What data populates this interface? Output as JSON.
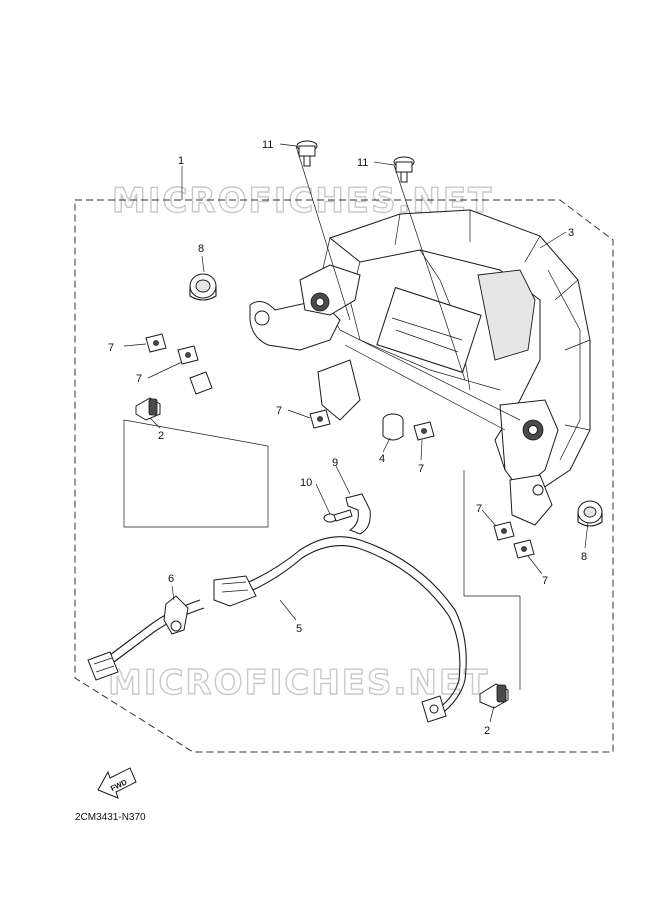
{
  "watermark": "MICROFICHES.NET",
  "diagram_code": "2CM3431-N370",
  "fwd_label": "FWD",
  "callouts": {
    "c1": "1",
    "c2a": "2",
    "c2b": "2",
    "c3": "3",
    "c4": "4",
    "c5": "5",
    "c6": "6",
    "c7a": "7",
    "c7b": "7",
    "c7c": "7",
    "c7d": "7",
    "c7e": "7",
    "c7f": "7",
    "c8a": "8",
    "c8b": "8",
    "c9": "9",
    "c10": "10",
    "c11a": "11",
    "c11b": "11"
  }
}
